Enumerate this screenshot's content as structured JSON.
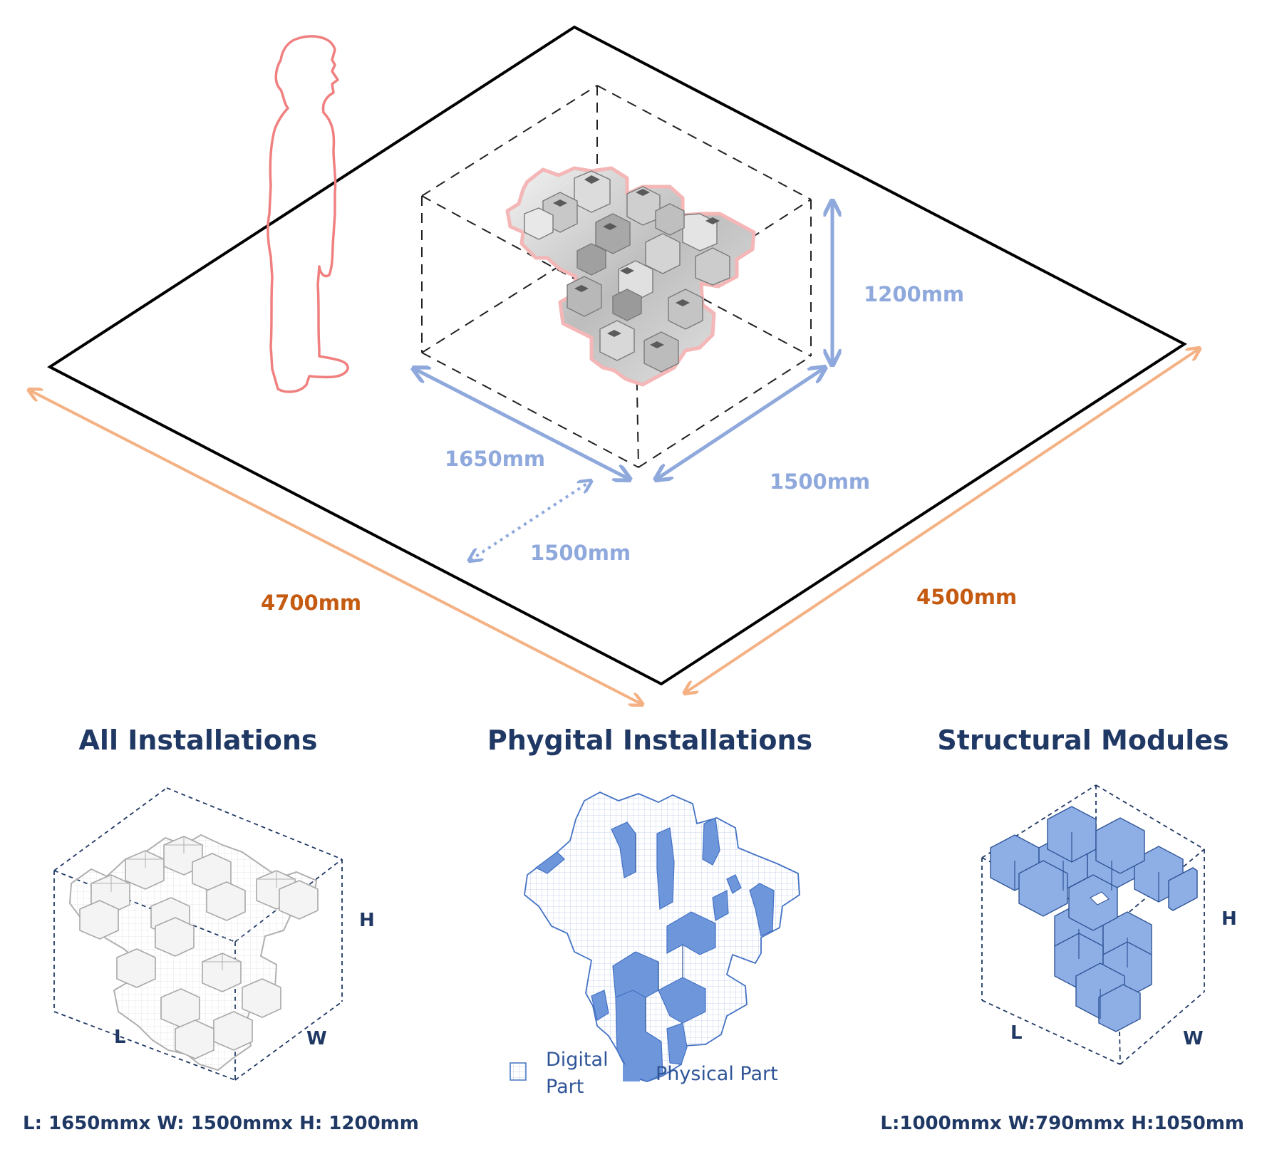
{
  "dimensions": {
    "height": "1200mm",
    "length": "1650mm",
    "width": "1500mm",
    "clearance": "1500mm",
    "floor_length": "4700mm",
    "floor_width": "4500mm"
  },
  "panels": {
    "all": {
      "title": "All Installations",
      "h": "H",
      "l": "L",
      "w": "W",
      "caption": "L: 1650mmx W: 1500mmx H: 1200mm"
    },
    "phygital": {
      "title": "Phygital Installations",
      "legend_digital_line1": "Digital",
      "legend_digital_line2": "Part",
      "legend_physical": "Physical Part"
    },
    "structural": {
      "title": "Structural Modules",
      "h": "H",
      "l": "L",
      "w": "W",
      "caption": "L:1000mmx W:790mmx H:1050mm"
    }
  },
  "colors": {
    "floor_line": "#000000",
    "dim_blue": "#8fa9dc",
    "dim_orange": "#f4b183",
    "dim_orange_text": "#c55a11",
    "person_outline": "#f08080",
    "title_navy": "#1f3864",
    "physical_blue": "#6d96db",
    "digital_outline": "#4472c4"
  }
}
